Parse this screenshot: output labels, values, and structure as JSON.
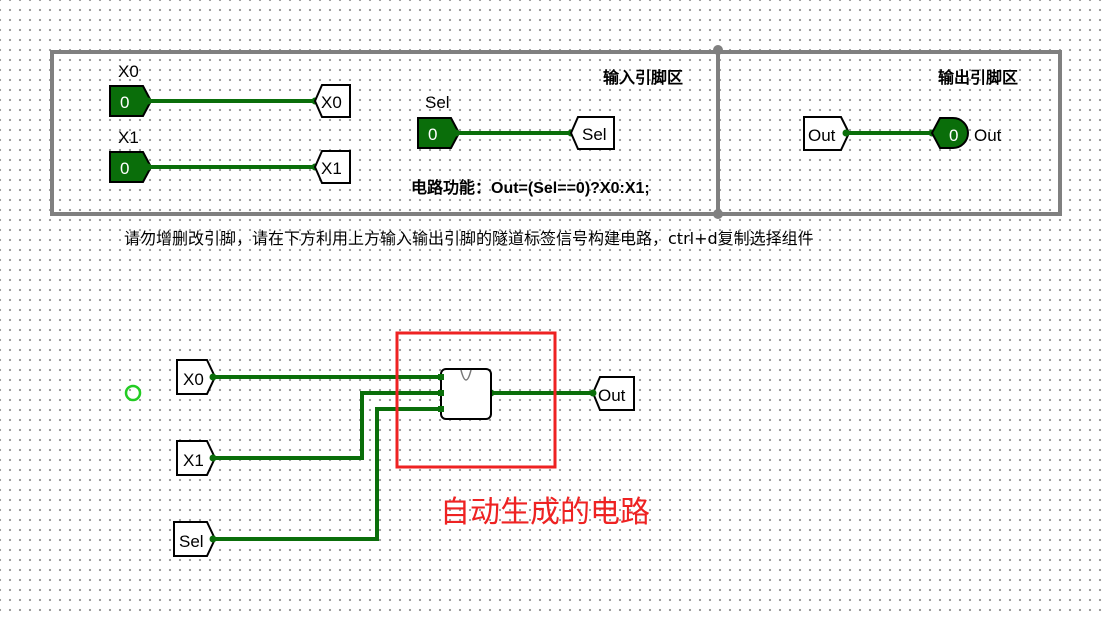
{
  "regions": {
    "input_title": "输入引脚区",
    "output_title": "输出引脚区"
  },
  "input_pins": [
    {
      "name": "X0",
      "value": "0"
    },
    {
      "name": "X1",
      "value": "0"
    },
    {
      "name": "Sel",
      "value": "0"
    }
  ],
  "output_pin": {
    "name": "Out",
    "value": "0"
  },
  "tunnels": {
    "x0": "X0",
    "x1": "X1",
    "sel": "Sel",
    "out": "Out"
  },
  "function_text": "电路功能：Out=(Sel==0)?X0:X1;",
  "instruction": "请勿增删改引脚，请在下方利用上方输入输出引脚的隧道标签信号构建电路，ctrl+d复制选择组件",
  "generated_label": "自动生成的电路",
  "colors": {
    "wire": "#0a6e0a",
    "pin_fill": "#0a6e0a",
    "frame": "#808080",
    "highlight": "#ee2222"
  }
}
